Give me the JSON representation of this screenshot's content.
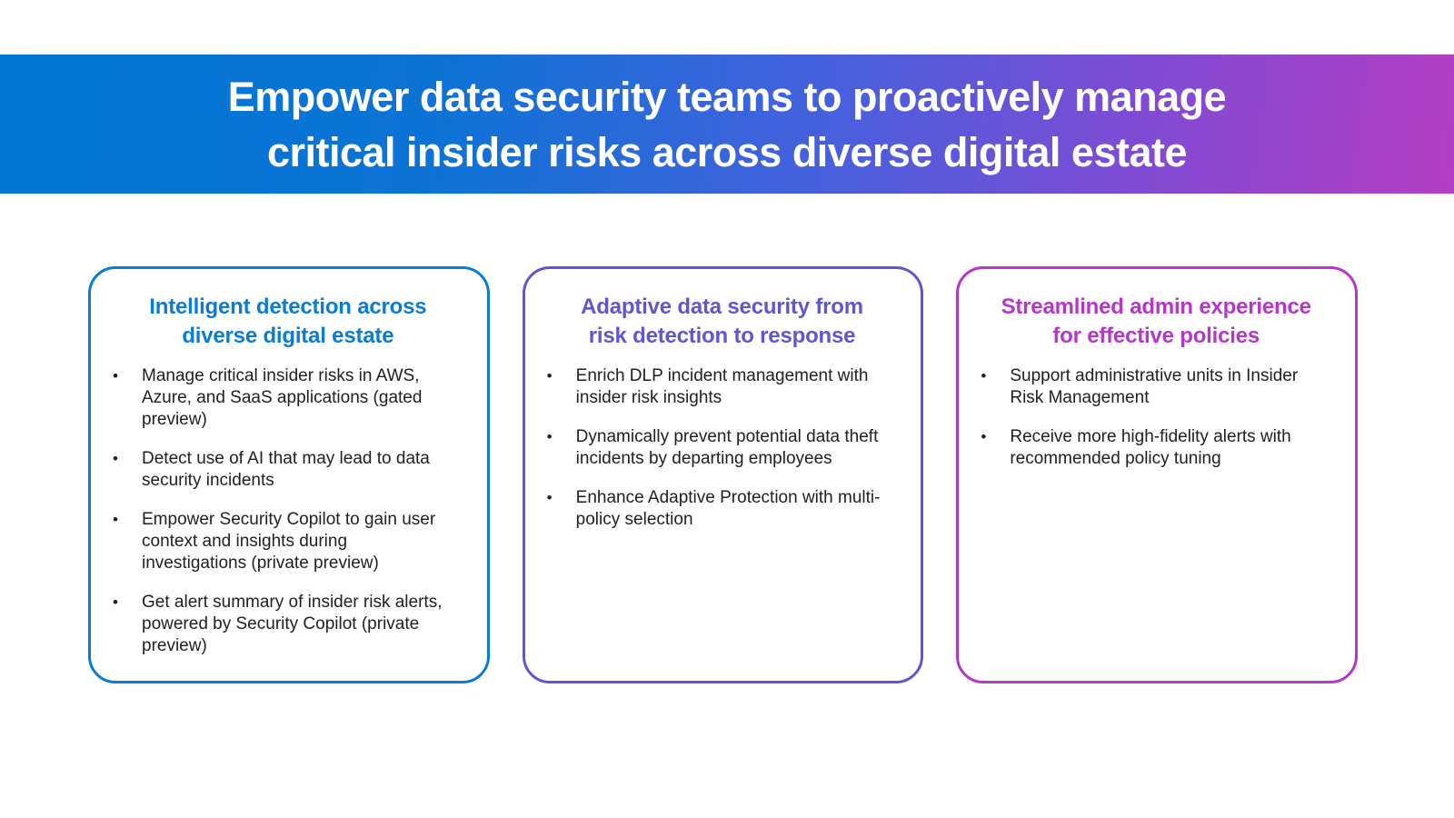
{
  "banner": {
    "title_lines": [
      "Empower data security teams to proactively manage",
      "critical insider risks across diverse digital estate"
    ],
    "gradient_colors": [
      "#0277D4",
      "#0C73D5",
      "#4760DD",
      "#7F4BD3",
      "#B43EC4"
    ],
    "text_color": "#FFFFFF"
  },
  "bullet_char": "•",
  "cards": [
    {
      "accent": "#0B7BD6",
      "title_lines": [
        "Intelligent detection across",
        "diverse digital estate"
      ],
      "bullets": [
        "Manage critical insider risks in AWS,\nAzure, and SaaS applications (gated\npreview)",
        "Detect use of AI that may lead to data\nsecurity incidents",
        "Empower Security Copilot to gain user\ncontext and insights during\ninvestigations (private preview)",
        "Get alert summary of insider risk alerts,\npowered by Security Copilot (private\npreview)"
      ]
    },
    {
      "accent": "#6156D2",
      "title_lines": [
        "Adaptive data security from",
        "risk detection to response"
      ],
      "bullets": [
        "Enrich DLP incident management with\ninsider risk insights",
        "Dynamically prevent potential data theft\nincidents by departing employees",
        "Enhance Adaptive Protection with multi-\npolicy selection"
      ]
    },
    {
      "accent": "#B437CA",
      "title_lines": [
        "Streamlined admin experience",
        "for effective policies"
      ],
      "bullets": [
        "Support administrative units in Insider\nRisk Management",
        "Receive more high-fidelity alerts with\nrecommended policy tuning"
      ]
    }
  ]
}
